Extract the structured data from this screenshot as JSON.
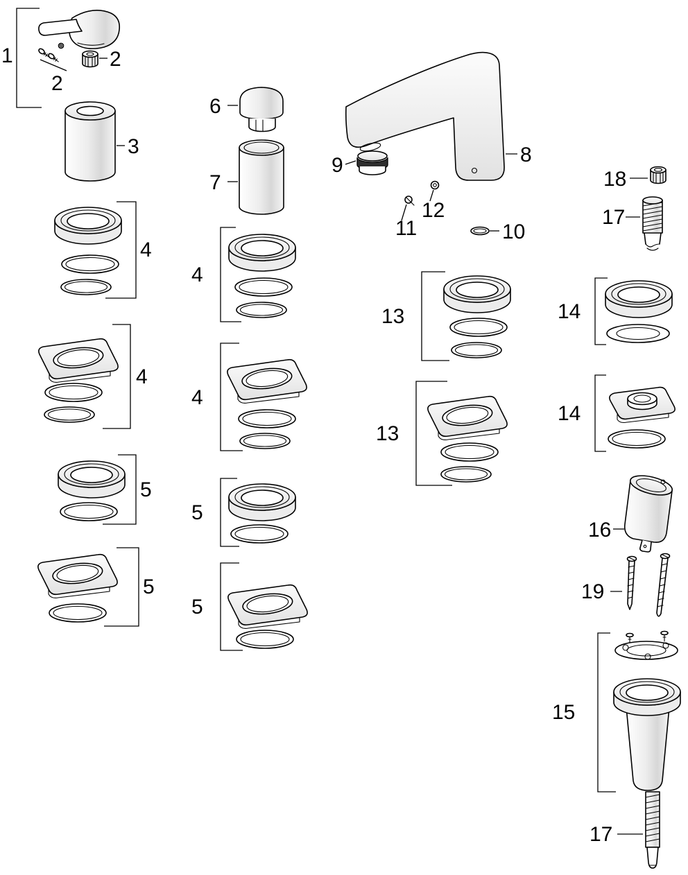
{
  "diagram": {
    "type": "exploded-parts-diagram",
    "callouts": [
      {
        "part": "lever-handle-assembly",
        "label": "1"
      },
      {
        "part": "handle-screw-set",
        "label": "2"
      },
      {
        "part": "handle-nut",
        "label": "2"
      },
      {
        "part": "handle-cover-sleeve",
        "label": "3"
      },
      {
        "part": "round-escutcheon-two-o-rings-left",
        "label": "4"
      },
      {
        "part": "square-escutcheon-two-o-rings-left",
        "label": "4"
      },
      {
        "part": "round-escutcheon-two-o-rings-mid",
        "label": "4"
      },
      {
        "part": "square-escutcheon-two-o-rings-mid",
        "label": "4"
      },
      {
        "part": "round-escutcheon-one-o-ring-left",
        "label": "5"
      },
      {
        "part": "square-escutcheon-one-o-ring-left",
        "label": "5"
      },
      {
        "part": "round-escutcheon-one-o-ring-mid",
        "label": "5"
      },
      {
        "part": "square-escutcheon-one-o-ring-mid",
        "label": "5"
      },
      {
        "part": "control-knob",
        "label": "6"
      },
      {
        "part": "cover-sleeve",
        "label": "7"
      },
      {
        "part": "spout-body",
        "label": "8"
      },
      {
        "part": "aerator",
        "label": "9"
      },
      {
        "part": "o-ring-small",
        "label": "10"
      },
      {
        "part": "set-screw-small",
        "label": "11"
      },
      {
        "part": "set-screw",
        "label": "12"
      },
      {
        "part": "round-escutcheon-two-o-rings-right",
        "label": "13"
      },
      {
        "part": "square-escutcheon-two-o-rings-right",
        "label": "13"
      },
      {
        "part": "round-escutcheon-washer-right",
        "label": "14"
      },
      {
        "part": "square-escutcheon-washer-right",
        "label": "14"
      },
      {
        "part": "mounting-base-assembly",
        "label": "15"
      },
      {
        "part": "angled-connector",
        "label": "16"
      },
      {
        "part": "threaded-connector-upper",
        "label": "17"
      },
      {
        "part": "threaded-rod-lower",
        "label": "17"
      },
      {
        "part": "mounting-nut",
        "label": "18"
      },
      {
        "part": "mounting-screws",
        "label": "19"
      }
    ]
  }
}
